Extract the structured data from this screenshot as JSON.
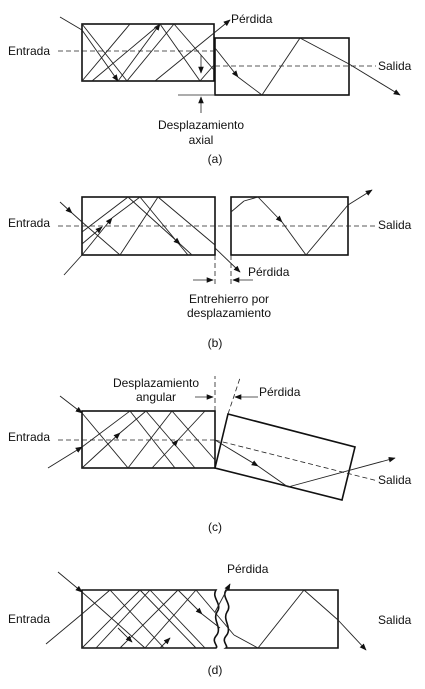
{
  "panels": {
    "a": {
      "caption": "(a)",
      "input_label": "Entrada",
      "output_label": "Salida",
      "loss_label": "Pérdida",
      "dimension_label_line1": "Desplazamiento",
      "dimension_label_line2": "axial"
    },
    "b": {
      "caption": "(b)",
      "input_label": "Entrada",
      "output_label": "Salida",
      "loss_label": "Pérdida",
      "dimension_label_line1": "Entrehierro por",
      "dimension_label_line2": "desplazamiento"
    },
    "c": {
      "caption": "(c)",
      "input_label": "Entrada",
      "output_label": "Salida",
      "loss_label": "Pérdida",
      "dimension_label_line1": "Desplazamiento",
      "dimension_label_line2": "angular"
    },
    "d": {
      "caption": "(d)",
      "input_label": "Entrada",
      "output_label": "Salida",
      "loss_label": "Pérdida"
    }
  },
  "colors": {
    "line": "#111111",
    "background": "#ffffff"
  }
}
